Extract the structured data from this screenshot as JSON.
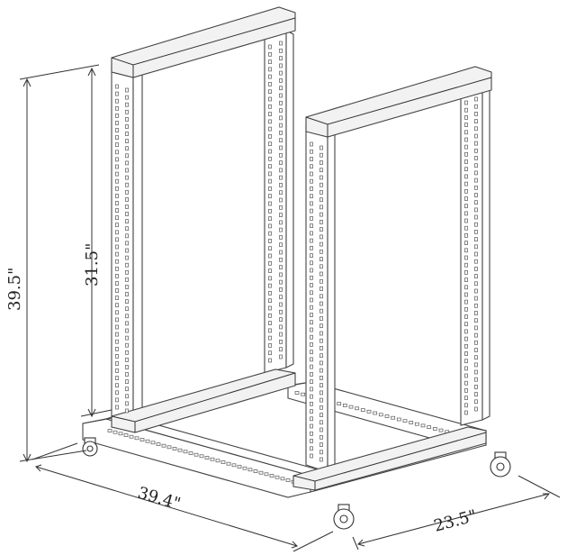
{
  "dimensions": {
    "overall_height": "39.5\"",
    "post_height": "31.5\"",
    "depth": "39.4\"",
    "width": "23.5\""
  },
  "icons": [
    "caster-wheel-icon"
  ]
}
